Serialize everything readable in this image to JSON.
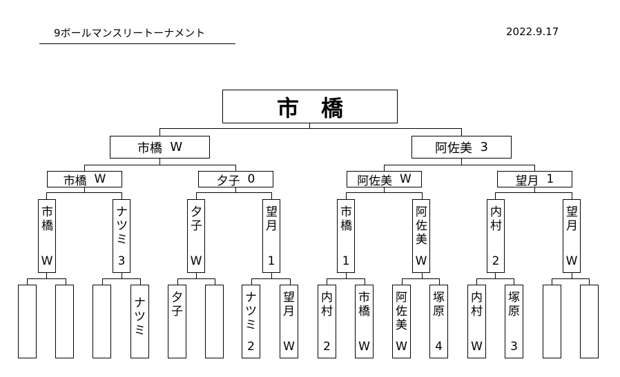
{
  "header": {
    "title": "9ボールマンスリートーナメント",
    "date": "2022.9.17"
  },
  "champion": "市　橋",
  "semifinal": [
    {
      "name": "市橋",
      "score": "W"
    },
    {
      "name": "阿佐美",
      "score": "3"
    }
  ],
  "quarterfinal": [
    {
      "name": "市橋",
      "score": "W"
    },
    {
      "name": "夕子",
      "score": "0"
    },
    {
      "name": "阿佐美",
      "score": "W"
    },
    {
      "name": "望月",
      "score": "1"
    }
  ],
  "round2": [
    {
      "name": "市橋",
      "score": "W"
    },
    {
      "name": "ナツミ",
      "score": "3"
    },
    {
      "name": "夕子",
      "score": "W"
    },
    {
      "name": "望月",
      "score": "1"
    },
    {
      "name": "市橋",
      "score": "1"
    },
    {
      "name": "阿佐美",
      "score": "W"
    },
    {
      "name": "内村",
      "score": "2"
    },
    {
      "name": "望月",
      "score": "W"
    }
  ],
  "round1": [
    {
      "name": "",
      "score": ""
    },
    {
      "name": "",
      "score": ""
    },
    {
      "name": "",
      "score": ""
    },
    {
      "name": "ナツミ",
      "score": ""
    },
    {
      "name": "夕子",
      "score": ""
    },
    {
      "name": "",
      "score": ""
    },
    {
      "name": "ナツミ",
      "score": "2"
    },
    {
      "name": "望月",
      "score": "W"
    },
    {
      "name": "内村",
      "score": "2"
    },
    {
      "name": "市橋",
      "score": "W"
    },
    {
      "name": "阿佐美",
      "score": "W"
    },
    {
      "name": "塚原",
      "score": "4"
    },
    {
      "name": "内村",
      "score": "W"
    },
    {
      "name": "塚原",
      "score": "3"
    },
    {
      "name": "",
      "score": ""
    },
    {
      "name": "",
      "score": ""
    }
  ]
}
